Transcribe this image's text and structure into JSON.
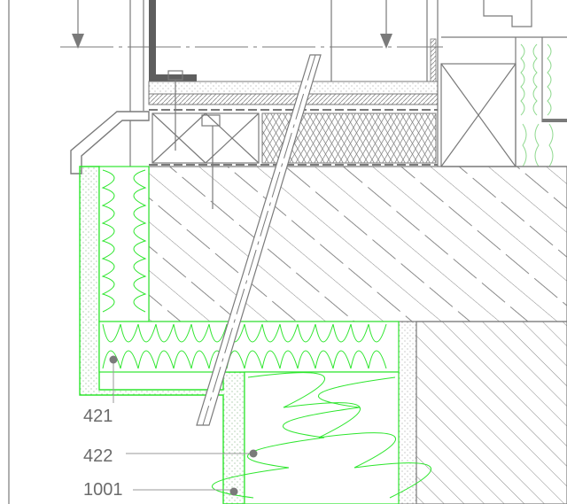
{
  "colors": {
    "line": "#7a7a7a",
    "highlight": "#2ee62e",
    "background": "#ffffff",
    "label": "#6b6b6b"
  },
  "callouts": [
    {
      "id": "421",
      "text": "421"
    },
    {
      "id": "422",
      "text": "422"
    },
    {
      "id": "1001",
      "text": "1001"
    }
  ]
}
